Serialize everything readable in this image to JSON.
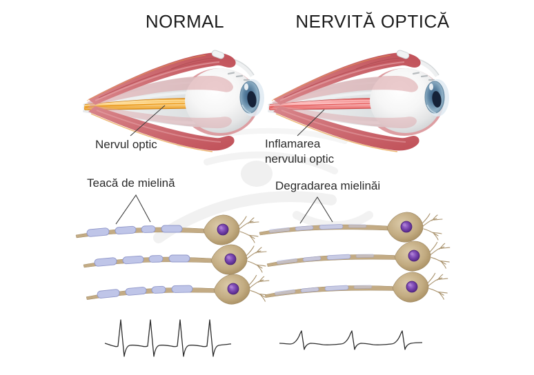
{
  "panels": {
    "normal": {
      "title": "NORMAL",
      "optic_nerve_label": "Nervul optic",
      "myelin_label": "Teacă de mielină",
      "neuron_count": 3,
      "signal_spikes": 4,
      "signal_character": "strong sharp action potentials"
    },
    "optic_neuritis": {
      "title": "NERVITĂ OPTICĂ",
      "optic_nerve_label_line1": "Inflamarea",
      "optic_nerve_label_line2": "nervului optic",
      "myelin_label": "Degradarea mielinăi",
      "neuron_count": 3,
      "signal_spikes": 3,
      "signal_character": "weak slowed action potentials"
    }
  },
  "colors": {
    "background": "#ffffff",
    "text": "#1d1d1d",
    "muscle_red": "#c25a62",
    "muscle_pink": "#d9868b",
    "nerve_normal_yellow": "#f2a93b",
    "nerve_inflamed_red": "#e25c5c",
    "sclera_gray": "#d2d7d9",
    "iris_blue": "#59809f",
    "pupil": "#152238",
    "myelin_sheath": "#bfc5e8",
    "axon_tan": "#c3ab84",
    "soma_tan": "#c2ab81",
    "nucleus_purple": "#7442ab",
    "waveform": "#2b2b2b",
    "pointer_line": "#3c3c3c",
    "watermark": "#f1f1f1"
  }
}
